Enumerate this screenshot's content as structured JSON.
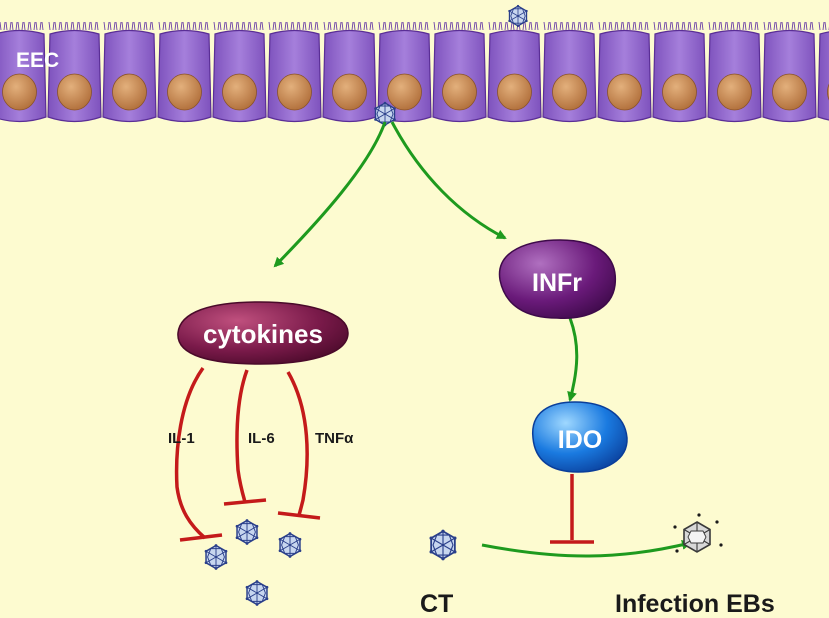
{
  "labels": {
    "cell_layer": "EEC",
    "cytokines": "cytokines",
    "infr": "INFr",
    "ido": "IDO",
    "il1": "IL-1",
    "il6": "IL-6",
    "tnf": "TNFα",
    "ct": "CT",
    "infection": "Infection EBs"
  },
  "colors": {
    "background": "#fdfbd0",
    "cell_fill": "#9a6fd0",
    "cell_border": "#6b3fa8",
    "nucleus": "#c98a52",
    "activation_arrow": "#1e9a1e",
    "inhibition": "#c41a1a",
    "cytokines_node": "#7a1a4a",
    "infr_node": "#6a1a7a",
    "ido_node": "#1a7ae0"
  },
  "icons": [
    "virus-particle-icon",
    "infectious-body-icon"
  ]
}
